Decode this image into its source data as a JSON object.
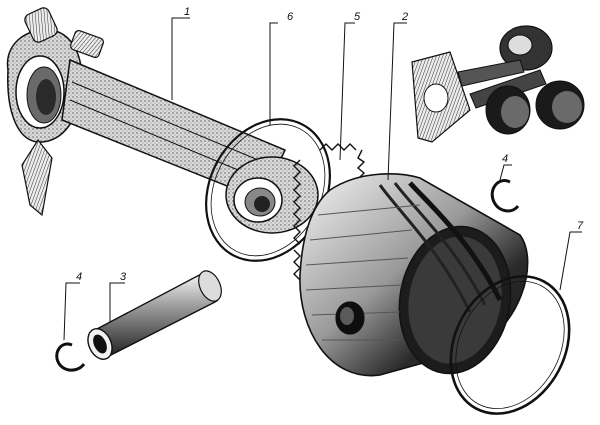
{
  "callouts": {
    "connecting_rod": "1",
    "piston": "2",
    "piston_pin": "3",
    "pin_circlip_left": "4",
    "pin_circlip_right": "4",
    "expander_spring": "5",
    "oil_ring_band": "6",
    "piston_ring": "7"
  },
  "colors": {
    "ink": "#111111",
    "paper": "#ffffff",
    "shade": "#6a6a6a",
    "dark": "#2a2a2a"
  }
}
